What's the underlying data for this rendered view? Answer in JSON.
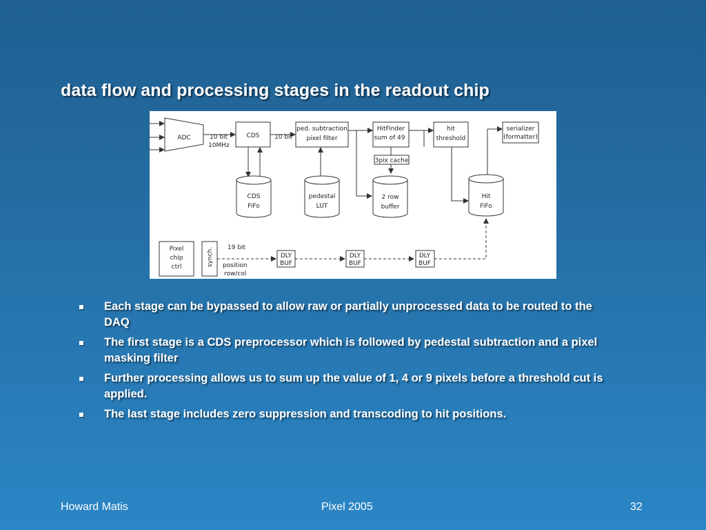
{
  "slide": {
    "title": "data flow and processing stages in the readout chip",
    "bullets": [
      {
        "text": "Each stage can be bypassed to allow raw or partially unprocessed data to be routed to the DAQ"
      },
      {
        "text": "The first stage is a CDS preprocessor which is followed by pedestal subtraction and a pixel masking filter"
      },
      {
        "text": "Further processing allows us to sum up the value of 1, 4 or 9 pixels before a threshold cut is applied."
      },
      {
        "text": "The last stage includes zero suppression and transcoding to hit positions."
      }
    ]
  },
  "diagram": {
    "adc": "ADC",
    "adc_out": [
      "10 bit",
      "10MHz"
    ],
    "cds": "CDS",
    "cds_out": "10 bit",
    "ped_sub": [
      "ped. subtraction",
      "pixel filter"
    ],
    "hitfinder": [
      "HitFinder",
      "sum of 49"
    ],
    "cache": "3pix cache",
    "hit_threshold": [
      "hit",
      "threshold"
    ],
    "serializer": [
      "serializer",
      "(formatter)"
    ],
    "cds_fifo": [
      "CDS",
      "FiFo"
    ],
    "pedestal_lut": [
      "pedestal",
      "LUT"
    ],
    "row_buffer": [
      "2 row",
      "buffer"
    ],
    "hit_fifo": [
      "Hit",
      "FiFo"
    ],
    "pixel_chip_ctrl": [
      "Pixel",
      "chip",
      "ctrl"
    ],
    "synch": "synch.",
    "bus_width": "19 bit",
    "position": [
      "position",
      "row/col"
    ],
    "dly_buf": [
      "DLY",
      "BUF"
    ]
  },
  "footer": {
    "author": "Howard Matis",
    "event": "Pixel 2005",
    "page": "32"
  }
}
